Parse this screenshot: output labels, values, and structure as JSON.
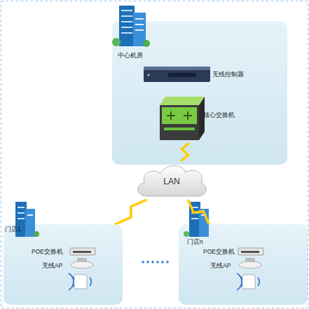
{
  "diagram": {
    "nodes": [
      {
        "text": [
          "中心机房"
        ]
      },
      {
        "text": [
          "无线控制器"
        ],
        "in": 0
      },
      {
        "text": [
          "核心交换机"
        ],
        "in": 0
      },
      {
        "text": [
          "LAN"
        ]
      },
      {
        "text": [
          "门店1"
        ]
      },
      {
        "text": [
          "POE交换机"
        ],
        "in": 4
      },
      {
        "text": [
          "无线AP"
        ],
        "in": 4
      },
      {
        "text": [
          "门店n"
        ]
      },
      {
        "text": [
          "POE交换机"
        ],
        "in": 7
      },
      {
        "text": [
          "无线AP"
        ],
        "in": 7
      }
    ],
    "edges": [
      {
        "from": 2,
        "to": 3,
        "arrow": "none"
      },
      {
        "from": 3,
        "to": 4,
        "arrow": "none"
      },
      {
        "from": 3,
        "to": 7,
        "arrow": "none"
      }
    ]
  }
}
